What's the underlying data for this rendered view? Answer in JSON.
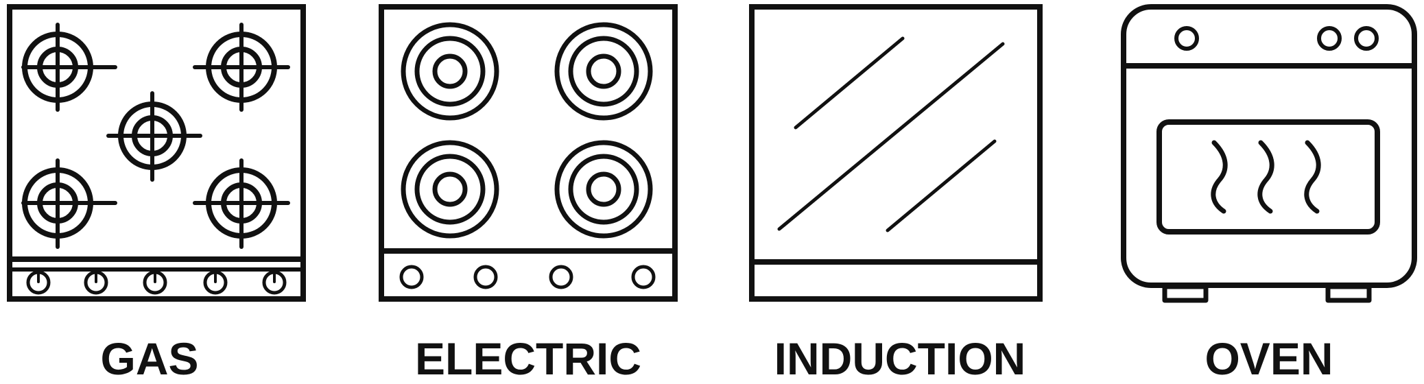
{
  "colors": {
    "stroke": "#111111",
    "background": "#ffffff"
  },
  "icons": [
    {
      "name": "gas-stove-icon",
      "label": "GAS",
      "burners": 5,
      "knobs": 5
    },
    {
      "name": "electric-stove-icon",
      "label": "ELECTRIC",
      "burners": 4,
      "knobs": 4
    },
    {
      "name": "induction-stove-icon",
      "label": "INDUCTION",
      "burners": 0,
      "knobs": 0
    },
    {
      "name": "oven-icon",
      "label": "OVEN",
      "burners": 0,
      "knobs": 3
    }
  ]
}
